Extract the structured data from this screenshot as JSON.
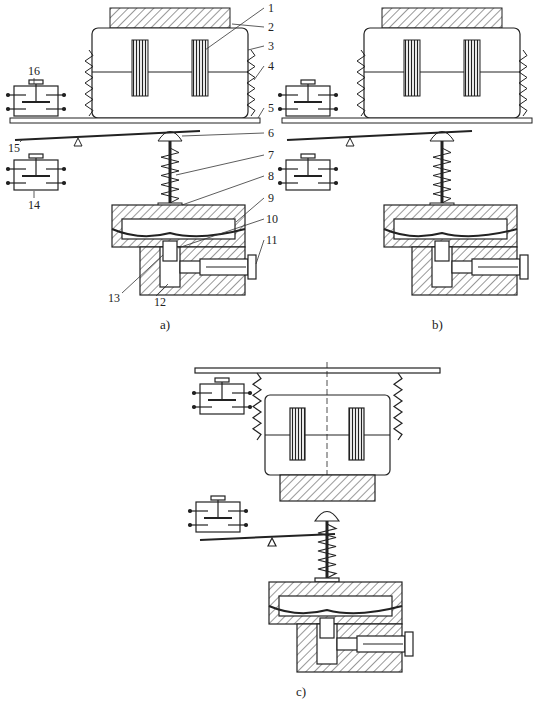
{
  "diagram": {
    "labels": [
      "1",
      "2",
      "3",
      "4",
      "5",
      "6",
      "7",
      "8",
      "9",
      "10",
      "11",
      "12",
      "13",
      "14",
      "15",
      "16",
      "a)",
      "b)",
      "c)"
    ]
  }
}
